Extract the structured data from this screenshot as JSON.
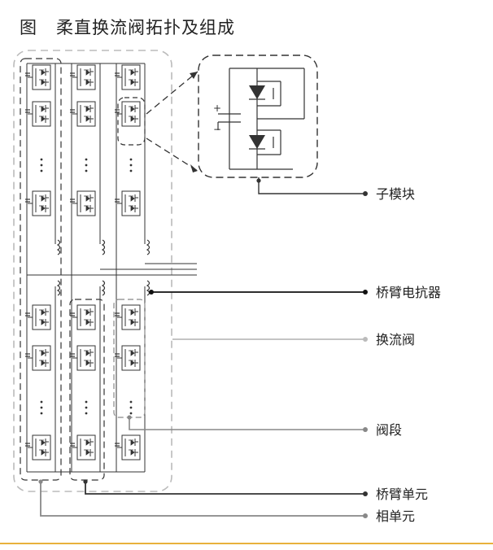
{
  "title": "图   柔直换流阀拓扑及组成",
  "callouts": [
    {
      "id": "submodule",
      "label": "子模块"
    },
    {
      "id": "arm-reactor",
      "label": "桥臂电抗器"
    },
    {
      "id": "converter-valve",
      "label": "换流阀"
    },
    {
      "id": "valve-section",
      "label": "阀段"
    },
    {
      "id": "bridge-arm-unit",
      "label": "桥臂单元"
    },
    {
      "id": "phase-unit",
      "label": "相单元"
    }
  ],
  "detail_symbols": {
    "capacitor_plus": "+",
    "capacitor_minus": "−"
  },
  "colors": {
    "line_dark": "#333333",
    "line_gray": "#888888",
    "line_light": "#bbbbbb",
    "accent_rule": "#e8b13c"
  }
}
